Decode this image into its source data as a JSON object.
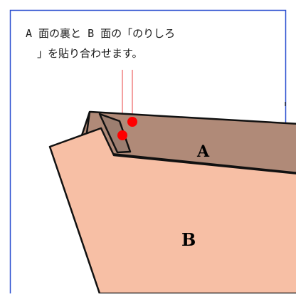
{
  "caption": {
    "line1": "A 面の裏と B 面の「のりしろ",
    "line2": "」を貼り合わせます。"
  },
  "labels": {
    "face_a": "A",
    "face_b": "B"
  },
  "colors": {
    "frame_border": "#2b4fd0",
    "face_a_fill": "#b08a78",
    "face_b_fill": "#f7bfa5",
    "flap_fill": "#9c7e70",
    "glue_point": "#ff0000",
    "guide_line": "#f08080",
    "outline": "#111111"
  }
}
